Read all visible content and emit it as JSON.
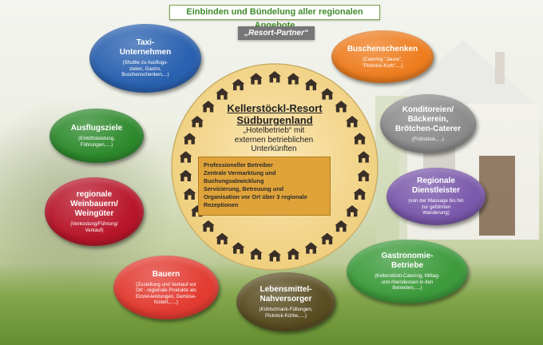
{
  "header": {
    "title": "Einbinden und Bündelung aller regionalen Angebote",
    "subtitle": "„Resort-Partner“"
  },
  "center": {
    "title_lines": [
      "Kellerstöckl-Resort",
      "Südburgenland"
    ],
    "subtitle_lines": [
      "„Hotelbetrieb“ mit",
      "externen betrieblichen",
      "Unterkünften"
    ],
    "box_lines": [
      "Professioneller Betreiber",
      "Zentrale Vermarktung und",
      "Buchungsabwicklung",
      "Servicierung, Betreuung und",
      "Organisation vor Ort über 3 regionale",
      "Rezeptionen"
    ]
  },
  "partners": [
    {
      "id": "taxi",
      "title_lines": [
        "Taxi-",
        "Unternehmen"
      ],
      "desc_lines": [
        "(Shuttle zu Ausflugs-",
        "zielen, Gastro,",
        "Buschenschenken,...)"
      ],
      "color": "#2a61b0"
    },
    {
      "id": "buschenschenken",
      "title_lines": [
        "Buschenschenken"
      ],
      "desc_lines": [
        "(Catering \"Jause\",",
        "\"Picknick-Korb\",...)"
      ],
      "color": "#ee7d1f"
    },
    {
      "id": "konditoreien",
      "title_lines": [
        "Konditoreien/",
        "Bäckerein,",
        "Brötchen-Caterer"
      ],
      "desc_lines": [
        "(Frühstück,....)"
      ],
      "color": "#8c8c8c"
    },
    {
      "id": "dienstleister",
      "title_lines": [
        "Regionale",
        "Dienstleister"
      ],
      "desc_lines": [
        "(von der Massage bis hin",
        "zur geführten",
        "Wanderung)"
      ],
      "color": "#7a58ab"
    },
    {
      "id": "gastronomie",
      "title_lines": [
        "Gastronomie-",
        "Betriebe"
      ],
      "desc_lines": [
        "(Kellerstöckl-Catering, Mittag-",
        "und Abendessen in den",
        "Betrieben,....)"
      ],
      "color": "#3d9b3c"
    },
    {
      "id": "nahversorger",
      "title_lines": [
        "Lebensmittel-",
        "Nahversorger"
      ],
      "desc_lines": [
        "(Kühlschrank-Füllungen,",
        "Picknick-Körbe,....)"
      ],
      "color": "#5a4d22"
    },
    {
      "id": "bauern",
      "title_lines": [
        "Bauern"
      ],
      "desc_lines": [
        "(Zustellung und Verkauf vor",
        "Ort - regionale Produkte als",
        "Einzel-leistungen, Gemüse-",
        "Kistert,.....)"
      ],
      "color": "#e23b31"
    },
    {
      "id": "weinbauern",
      "title_lines": [
        "regionale",
        "Weinbauern/",
        "Weingüter"
      ],
      "desc_lines": [
        "(Verkostung/Führung/",
        "Verkauf)"
      ],
      "color": "#b8162a"
    },
    {
      "id": "ausflugsziele",
      "title_lines": [
        "Ausflugsziele"
      ],
      "desc_lines": [
        "(Eintrittsleistung,",
        "Führungen,....)"
      ],
      "color": "#2d8a2c"
    }
  ],
  "house_icon_count": 30,
  "colors": {
    "circle_fill": "#f5d689",
    "circle_border": "#c9b06a",
    "house": "#3a2f27",
    "title_green": "#3f8b2a"
  }
}
